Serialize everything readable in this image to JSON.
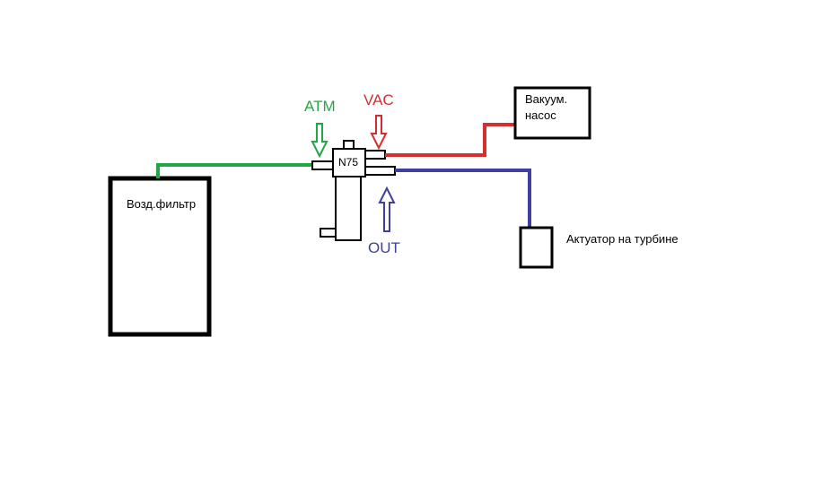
{
  "labels": {
    "filter": "Возд.фильтр",
    "valve": "N75",
    "pump_line1": "Вакуум.",
    "pump_line2": "насос",
    "actuator": "Актуатор на турбине",
    "atm": "ATM",
    "vac": "VAC",
    "out": "OUT"
  },
  "colors": {
    "atm_line": "#22a745",
    "vac_line": "#d32f2f",
    "out_line": "#3f3f9f",
    "outline": "#000000"
  }
}
